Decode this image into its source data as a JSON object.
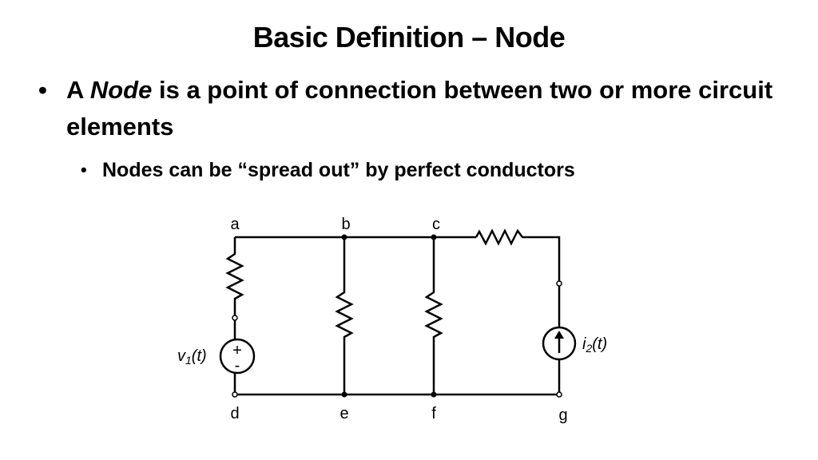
{
  "slide": {
    "title": "Basic Definition – Node",
    "bullet1": {
      "prefix": "A ",
      "emphasis": "Node",
      "rest": " is a point of connection between two or more circuit elements"
    },
    "bullet2": "Nodes can be “spread out” by perfect conductors"
  },
  "circuit": {
    "nodes": [
      "a",
      "b",
      "c",
      "d",
      "e",
      "f",
      "g"
    ],
    "source_v": {
      "label": "v",
      "sub": "1",
      "arg": "(t)",
      "plus": "+",
      "minus": "-"
    },
    "source_i": {
      "label": "i",
      "sub": "2",
      "arg": "(t)"
    }
  }
}
